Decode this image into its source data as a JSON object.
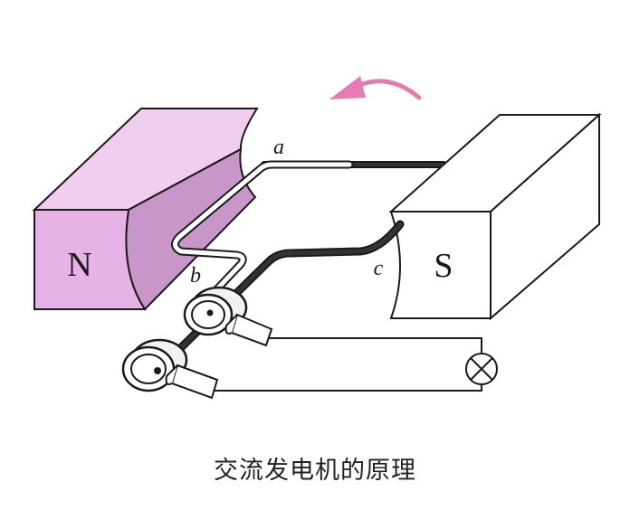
{
  "labels": {
    "north_pole": "N",
    "south_pole": "S",
    "point_a": "a",
    "point_b": "b",
    "point_c": "c"
  },
  "caption": "交流发电机的原理",
  "colors": {
    "north_magnet": "#e7b3e6",
    "south_magnet": "#ffffff",
    "rotation_arrow": "#e87ab3",
    "dark_wire": "#333333",
    "outline": "#1a1a1a"
  },
  "icons": {
    "rotation": "curved-arrow-left-icon",
    "lamp": "lamp-icon"
  }
}
